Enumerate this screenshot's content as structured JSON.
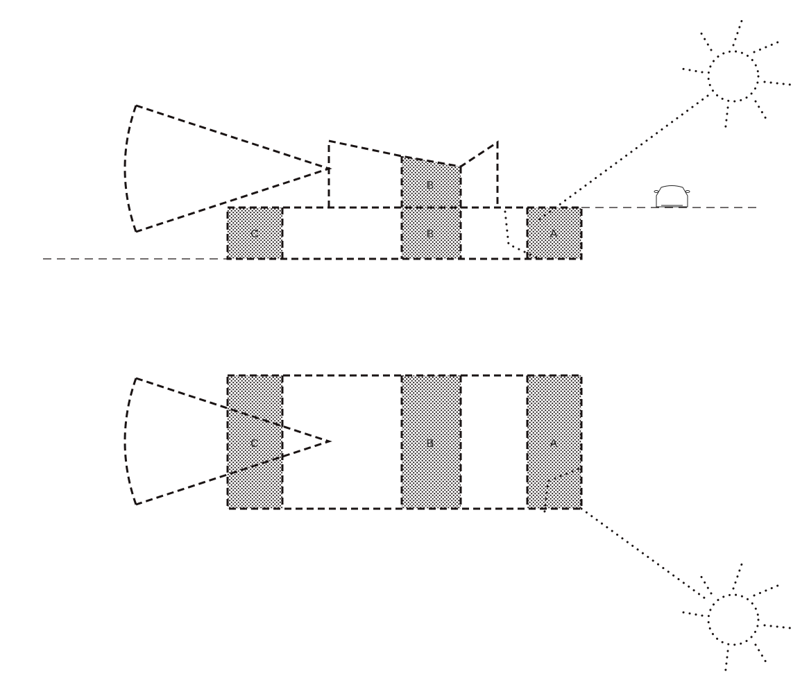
{
  "top_view": {
    "labels": {
      "c": "C",
      "b_upper": "B",
      "b_lower": "B",
      "a": "A"
    }
  },
  "bottom_view": {
    "labels": {
      "c": "C",
      "b": "B",
      "a": "A"
    }
  },
  "icons": [
    "sun-icon",
    "car-icon",
    "eye-cone-icon"
  ],
  "colors": {
    "stroke": "#1a1414",
    "hatch": "#1a1414",
    "background": "#ffffff"
  }
}
